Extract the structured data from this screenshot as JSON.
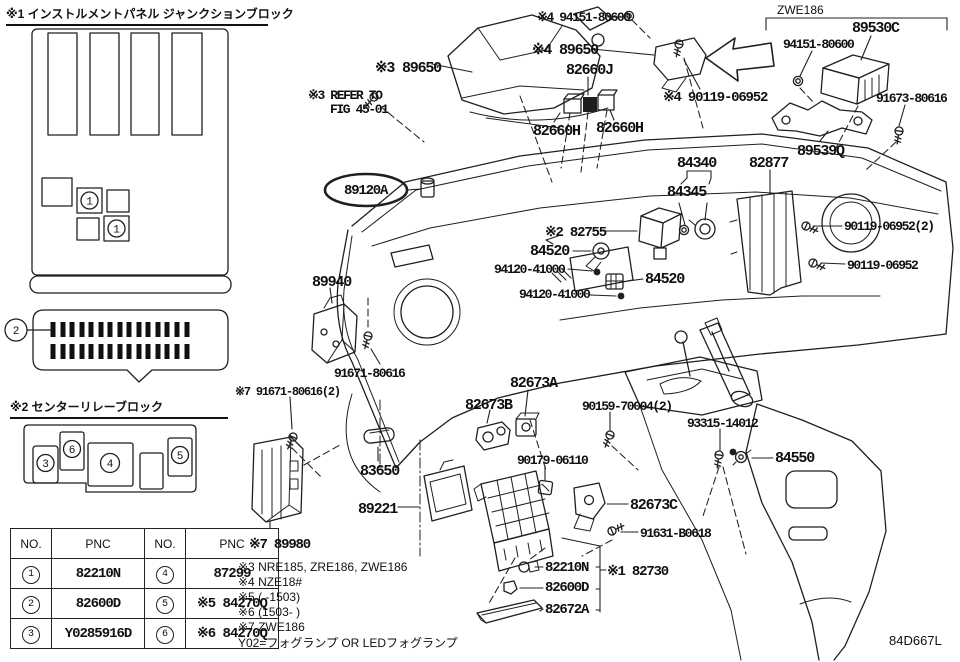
{
  "page": {
    "figure_code": "84D667L"
  },
  "left_panel": {
    "section1_title": "※1 インストルメントパネル  ジャンクションブロック",
    "section2_title": "※2 センターリレーブロック",
    "callouts": {
      "jb": [
        "1",
        "1"
      ],
      "conn": "2",
      "rb": [
        "3",
        "6",
        "4",
        "5"
      ]
    },
    "table": {
      "headers": [
        "NO.",
        "PNC",
        "NO.",
        "PNC"
      ],
      "rows": [
        [
          "1",
          "82210N",
          "4",
          "87299"
        ],
        [
          "2",
          "82600D",
          "5",
          "※5 84270Q"
        ],
        [
          "3",
          "Y0285916D",
          "6",
          "※6 84270Q"
        ]
      ]
    }
  },
  "diagram": {
    "highlight_color": "#cc1111",
    "highlighted_part": "89120A",
    "labels": [
      "※3 89650",
      "※3 REFER TO",
      "FIG 45-01",
      "※4 94151-80600",
      "※4 89650",
      "82660J",
      "82660H",
      "82660H",
      "※4 90119-06952",
      "ZWE186",
      "89530C",
      "94151-80600",
      "91673-80616",
      "89539Q",
      "89120A",
      "84340",
      "84345",
      "82877",
      "※2 82755",
      "84520",
      "94120-41000",
      "84520",
      "94120-41000",
      "90119-06952(2)",
      "90119-06952",
      "89940",
      "91671-80616",
      "※7 91671-80616(2)",
      "82673A",
      "82673B",
      "90159-70004(2)",
      "93315-14012",
      "90179-06110",
      "84550",
      "83650",
      "82673C",
      "89221",
      "91631-B0618",
      "※7 89980",
      "82210N",
      "※1 82730",
      "82600D",
      "82672A"
    ]
  },
  "notes": {
    "lines": [
      "※3 NRE185, ZRE186, ZWE186",
      "※4 NZE18#",
      "※5 (      -1503)",
      "※6 (1503-      )",
      "※7 ZWE186",
      "Y02=フォグランプ OR LEDフォグランプ"
    ]
  }
}
